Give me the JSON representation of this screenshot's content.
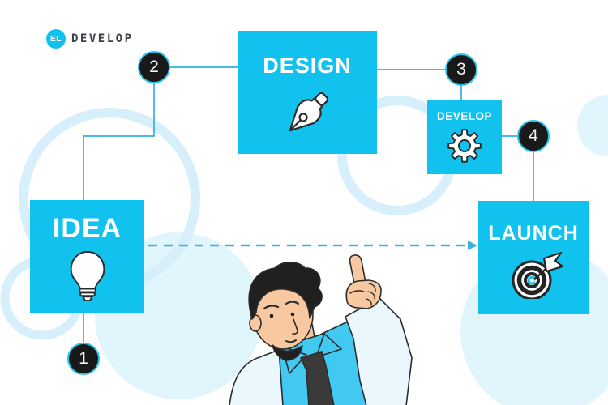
{
  "brand": {
    "logo_mark": "EL",
    "logo_text": "DEVELOP"
  },
  "diagram": {
    "steps": [
      {
        "number": "1",
        "label": "IDEA",
        "icon": "lightbulb-icon"
      },
      {
        "number": "2",
        "label": "DESIGN",
        "icon": "pen-nib-icon"
      },
      {
        "number": "3",
        "label": "DEVELOP",
        "icon": "gear-icon"
      },
      {
        "number": "4",
        "label": "LAUNCH",
        "icon": "target-dart-icon"
      }
    ],
    "flow_arrow": {
      "from": "IDEA",
      "to": "LAUNCH",
      "style": "dashed"
    }
  },
  "illustration": {
    "name": "man-pointing-up"
  },
  "colors": {
    "box_cyan": "#12c2ee",
    "shirt_cyan": "#41c9f1",
    "badge_black": "#191919",
    "badge_ring_cyan": "#25c5f0",
    "connector_blue": "#2fb0e0",
    "pale_circle_fill": "#e1f5fc",
    "pale_ring_stroke": "#d7eefb",
    "logo_text_color": "#3a4148"
  }
}
